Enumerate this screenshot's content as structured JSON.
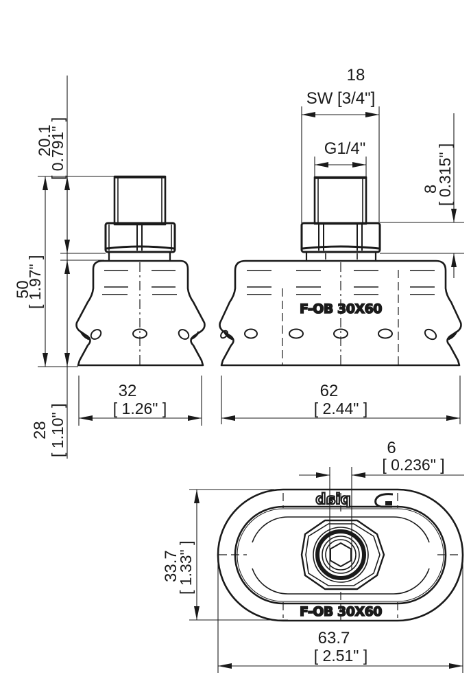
{
  "drawing": {
    "part_marking": "F-OB 30X60",
    "brand_marking": "piab",
    "views": {
      "side_view_narrow": {
        "dims": {
          "height_fitting": {
            "mm": "20.1",
            "inch": "[ 0.791\" ]"
          },
          "height_overall": {
            "mm": "50",
            "inch": "[ 1.97\" ]"
          },
          "height_body": {
            "mm": "28",
            "inch": "[ 1.10\" ]"
          },
          "width_narrow": {
            "mm": "32",
            "inch": "[ 1.26\" ]"
          }
        }
      },
      "side_view_wide": {
        "dims": {
          "wrench_size": {
            "mm": "18",
            "label": "SW [3/4\"]"
          },
          "thread": {
            "label": "G1/4\""
          },
          "hex_height": {
            "mm": "8",
            "inch": "[ 0.315\" ]"
          },
          "width_wide": {
            "mm": "62",
            "inch": "[ 2.44\" ]"
          }
        }
      },
      "top_view": {
        "dims": {
          "bore": {
            "mm": "6",
            "inch": "[ 0.236\" ]"
          },
          "height": {
            "mm": "33.7",
            "inch": "[ 1.33\" ]"
          },
          "length": {
            "mm": "63.7",
            "inch": "[ 2.51\" ]"
          }
        }
      }
    },
    "colors": {
      "line": "#1a1a1a",
      "background": "#ffffff"
    }
  }
}
